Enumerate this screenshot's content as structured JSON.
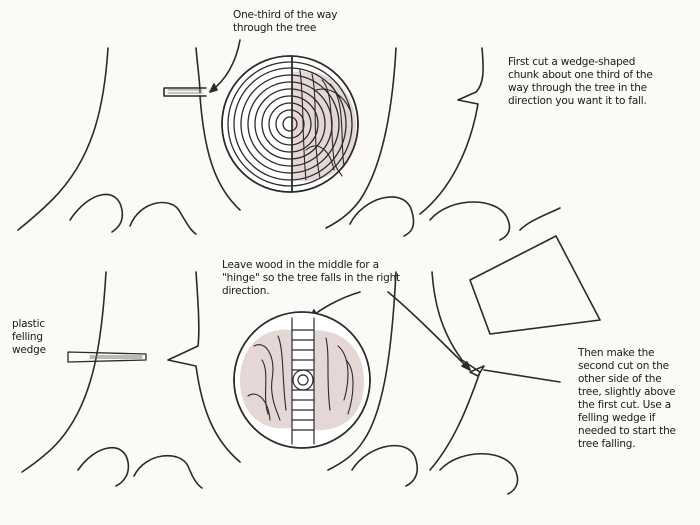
{
  "labels": {
    "one_third": "One-third of the way\nthrough the tree",
    "first_cut": "First cut a wedge-shaped\nchunk about one third of the\nway through the tree in the\ndirection you want it to fall.",
    "hinge": "Leave wood in the middle for a\n\"hinge\" so the tree falls in the right\ndirection.",
    "plastic_wedge": "plastic\nfelling\nwedge",
    "second_cut": "Then make the\nsecond cut on the\nother side of the\ntree, slightly above\nthe first cut. Use a\nfelling wedge if\nneeded to start the\ntree falling."
  }
}
